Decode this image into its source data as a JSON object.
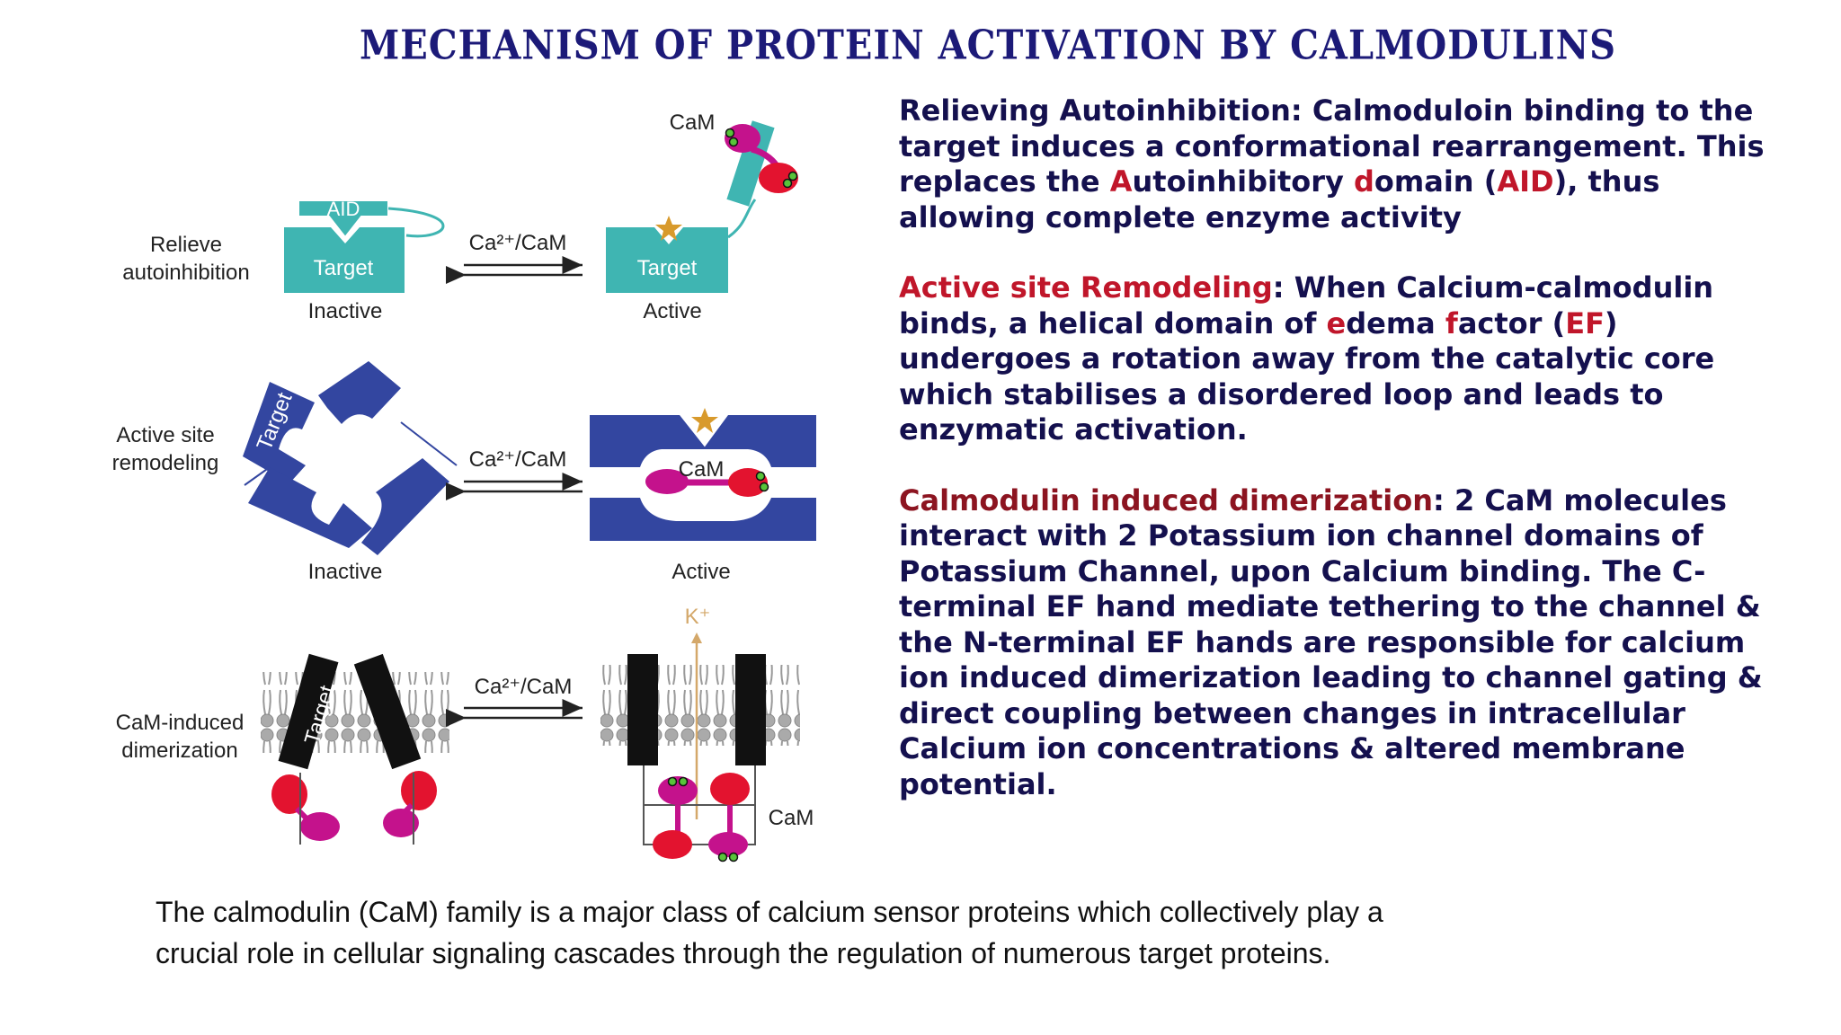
{
  "title": "MECHANISM OF PROTEIN ACTIVATION BY CALMODULINS",
  "diagram": {
    "panel1": {
      "label_line1": "Relieve",
      "label_line2": "autoinhibition",
      "aid": "AID",
      "target_left": "Target",
      "target_right": "Target",
      "cam": "CaM",
      "arrow_label": "Ca²⁺/CaM",
      "state_left": "Inactive",
      "state_right": "Active"
    },
    "panel2": {
      "label_line1": "Active site",
      "label_line2": "remodeling",
      "target": "Target",
      "cam": "CaM",
      "arrow_label": "Ca²⁺/CaM",
      "state_left": "Inactive",
      "state_right": "Active"
    },
    "panel3": {
      "label_line1": "CaM-induced",
      "label_line2": "dimerization",
      "target": "Target",
      "ion": "K⁺",
      "arrow_label": "Ca²⁺/CaM",
      "cam": "CaM"
    }
  },
  "description": {
    "p1_head": "Relieving Autoinhibition: Calmoduloin binding to the target induces a conformational rearrangement. This replaces the ",
    "p1_a": "A",
    "p1_utoinhibitory": "utoinhibitory ",
    "p1_d": "d",
    "p1_omain": "omain (",
    "p1_aid": "AID",
    "p1_tail": "), thus allowing complete enzyme activity",
    "p2_head": "Active site Remodeling",
    "p2_b1": ": When Calcium-calmodulin binds, a helical domain of ",
    "p2_e": "e",
    "p2_dema": "dema ",
    "p2_f": "f",
    "p2_actor": "actor (",
    "p2_ef": "EF",
    "p2_tail": ") undergoes a rotation away from the catalytic core which stabilises a disordered loop and leads to enzymatic activation.",
    "p3_head": "Calmodulin induced dimerization",
    "p3_tail": ": 2 CaM molecules interact with 2 Potassium ion channel domains of Potassium Channel, upon Calcium binding. The C-terminal EF hand mediate tethering to the channel & the N-terminal EF hands are responsible for calcium ion induced dimerization leading to channel gating & direct coupling between changes in intracellular Calcium ion concentrations & altered membrane potential."
  },
  "caption_line1": "The calmodulin (CaM) family is a major class of calcium sensor proteins which collectively play a",
  "caption_line2": "crucial role in cellular signaling cascades through the regulation of numerous target proteins.",
  "colors": {
    "title": "#1c1a78",
    "teal": "#3fb5b2",
    "blue": "#3346a0",
    "magenta": "#c4128c",
    "red": "#e3132f",
    "green": "#58c43a",
    "star": "#d89a2c",
    "highlight": "#c0162a"
  }
}
